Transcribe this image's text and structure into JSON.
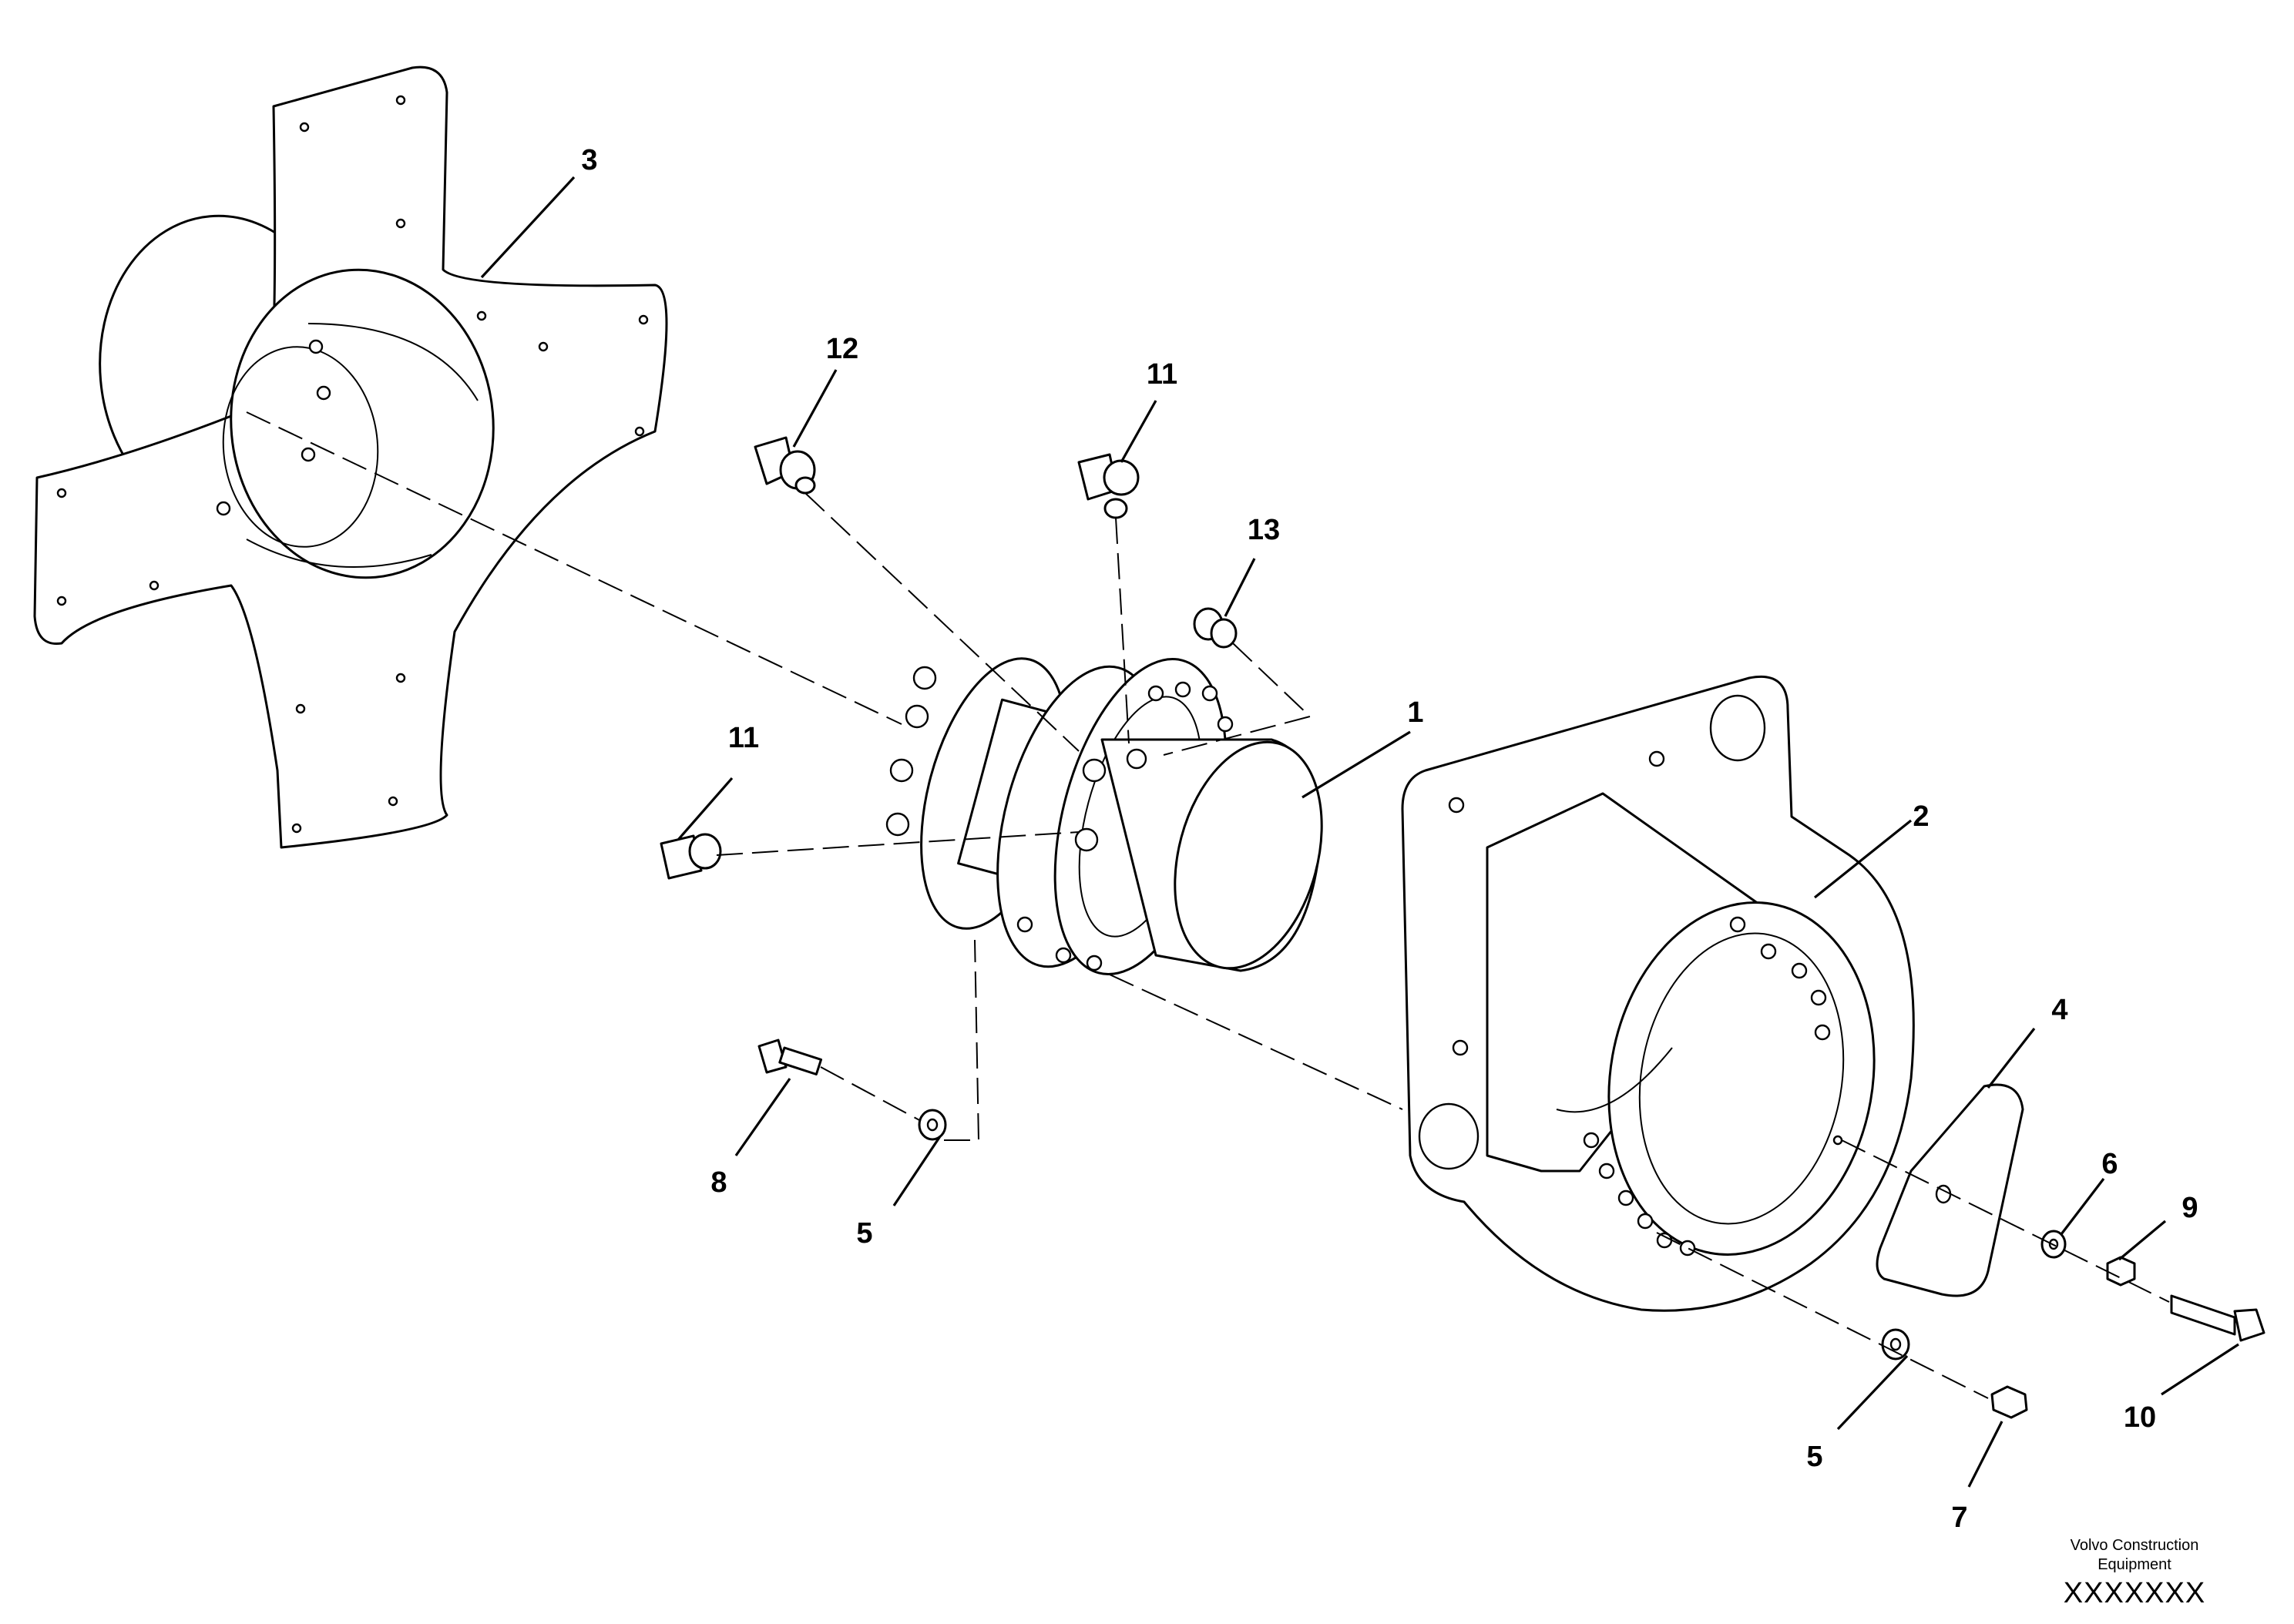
{
  "callouts": [
    {
      "id": "c1",
      "label": "1"
    },
    {
      "id": "c2",
      "label": "2"
    },
    {
      "id": "c3",
      "label": "3"
    },
    {
      "id": "c4",
      "label": "4"
    },
    {
      "id": "c5a",
      "label": "5"
    },
    {
      "id": "c5b",
      "label": "5"
    },
    {
      "id": "c6",
      "label": "6"
    },
    {
      "id": "c7",
      "label": "7"
    },
    {
      "id": "c8",
      "label": "8"
    },
    {
      "id": "c9",
      "label": "9"
    },
    {
      "id": "c10",
      "label": "10"
    },
    {
      "id": "c11a",
      "label": "11"
    },
    {
      "id": "c11b",
      "label": "11"
    },
    {
      "id": "c12",
      "label": "12"
    },
    {
      "id": "c13",
      "label": "13"
    }
  ],
  "footer": {
    "company_line1": "Volvo Construction",
    "company_line2": "Equipment",
    "drawing_number": "XXXXXXX"
  }
}
